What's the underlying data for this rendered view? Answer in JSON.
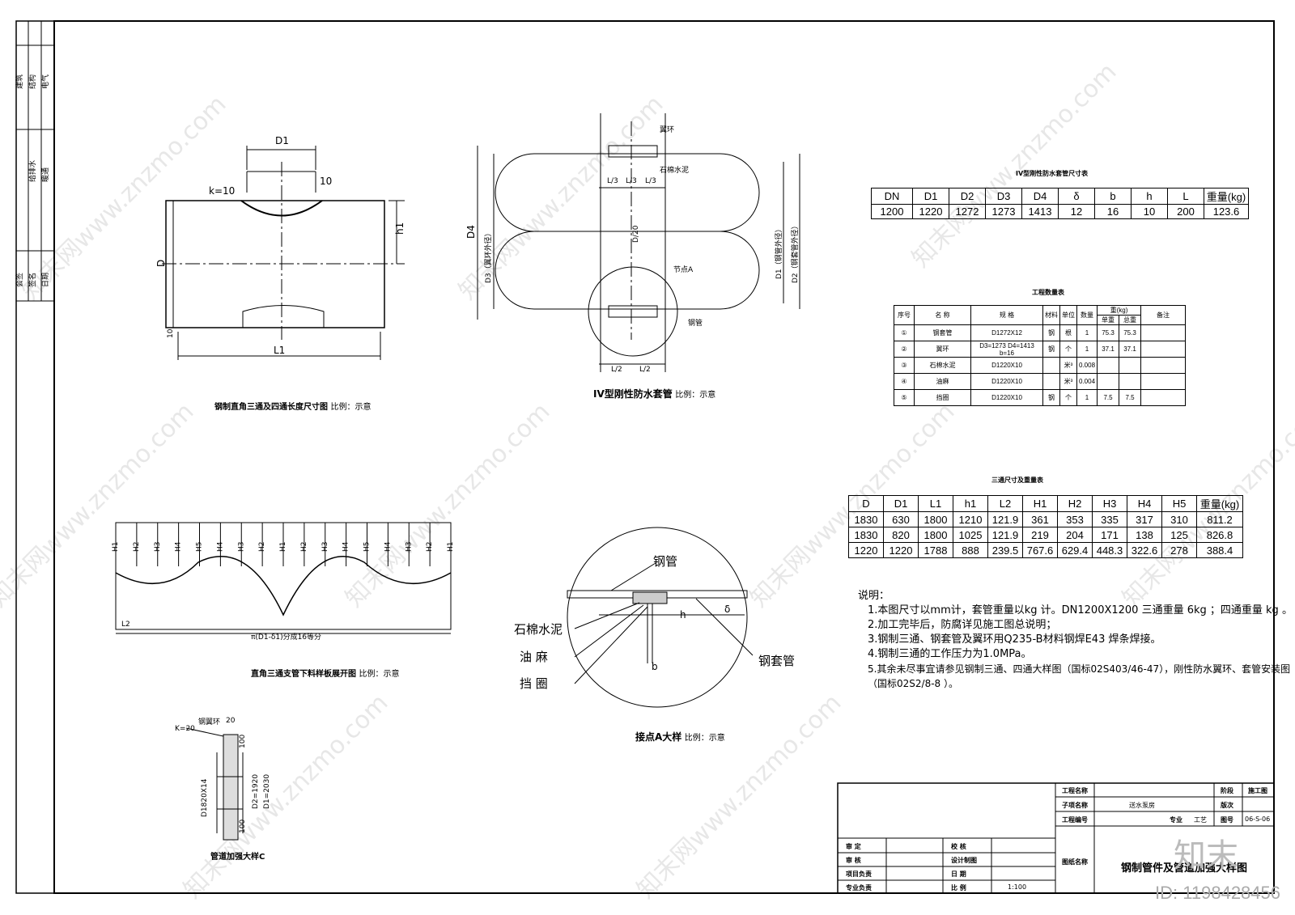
{
  "side_strip": {
    "col1": [
      "建筑",
      "结构",
      "电气",
      "给排水",
      "暖通"
    ],
    "col2": [
      "会签",
      "签名",
      "日期"
    ]
  },
  "tee_drawing": {
    "label_d1": "D1",
    "label_10_top": "10",
    "label_k": "k=10",
    "label_h1": "h1",
    "label_d": "D",
    "label_10_bottom": "10",
    "label_l1": "L1",
    "caption": "钢制直角三通及四通长度尺寸图",
    "scale": "比例：示意"
  },
  "sleeve_drawing": {
    "label_wing": "翼环",
    "label_asbestos": "石棉水泥",
    "label_l3a": "L/3",
    "label_l3b": "L/3",
    "label_l3c": "L/3",
    "label_d4": "D4",
    "label_d3": "D3（翼环外径）",
    "label_center": "D/20",
    "label_node": "节点A",
    "label_pipe": "钢管",
    "label_d1": "D1（钢管外径）",
    "label_d2": "D2（钢套管外径）",
    "label_l2a": "L/2",
    "label_l2b": "L/2",
    "caption": "IV型刚性防水套管",
    "scale": "比例：示意"
  },
  "unfold_drawing": {
    "labels": [
      "H1",
      "H2",
      "H3",
      "H4",
      "H5",
      "H4",
      "H3",
      "H2",
      "H1",
      "H2",
      "H3",
      "H4",
      "H5",
      "H4",
      "H3",
      "H2",
      "H1"
    ],
    "label_l2": "L2",
    "label_div": "π(D1-δ1)分成16等分",
    "caption": "直角三通支管下料样板展开图",
    "scale": "比例：示意"
  },
  "node_detail": {
    "label_pipe": "钢管",
    "label_asbestos": "石棉水泥",
    "label_hemp": "油 麻",
    "label_ring": "挡 圈",
    "label_sleeve": "钢套管",
    "label_h": "h",
    "label_b": "b",
    "label_delta": "δ",
    "caption": "接点A大样",
    "scale": "比例：示意"
  },
  "reinforce_drawing": {
    "label_k": "K=20",
    "label_ring": "钢翼环",
    "label_20": "20",
    "label_100a": "100",
    "label_100b": "100",
    "label_d1": "D1820X14",
    "label_d2": "D2=1920",
    "label_d3": "D1=2030",
    "caption": "管道加强大样C"
  },
  "table_sleeve": {
    "title": "IV型刚性防水套管尺寸表",
    "headers": [
      "DN",
      "D1",
      "D2",
      "D3",
      "D4",
      "δ",
      "b",
      "h",
      "L",
      "重量(kg)"
    ],
    "row": [
      "1200",
      "1220",
      "1272",
      "1273",
      "1413",
      "12",
      "16",
      "10",
      "200",
      "123.6"
    ]
  },
  "table_qty": {
    "title": "工程数量表",
    "headers": [
      "序号",
      "名 称",
      "规 格",
      "材料",
      "单位",
      "数量",
      "重(kg)",
      "",
      "备注"
    ],
    "subheaders": [
      "单重",
      "总重"
    ],
    "rows": [
      [
        "①",
        "钢套管",
        "D1272X12",
        "钢",
        "根",
        "1",
        "75.3",
        "75.3",
        ""
      ],
      [
        "②",
        "翼环",
        "D3=1273 D4=1413 b=16",
        "钢",
        "个",
        "1",
        "37.1",
        "37.1",
        ""
      ],
      [
        "③",
        "石棉水泥",
        "D1220X10",
        "",
        "米³",
        "0.008",
        "",
        "",
        ""
      ],
      [
        "④",
        "油麻",
        "D1220X10",
        "",
        "米³",
        "0.004",
        "",
        "",
        ""
      ],
      [
        "⑤",
        "挡圈",
        "D1220X10",
        "钢",
        "个",
        "1",
        "7.5",
        "7.5",
        ""
      ]
    ]
  },
  "table_tee": {
    "title": "三通尺寸及重量表",
    "headers": [
      "D",
      "D1",
      "L1",
      "h1",
      "L2",
      "H1",
      "H2",
      "H3",
      "H4",
      "H5",
      "重量(kg)"
    ],
    "rows": [
      [
        "1830",
        "630",
        "1800",
        "1210",
        "121.9",
        "361",
        "353",
        "335",
        "317",
        "310",
        "811.2"
      ],
      [
        "1830",
        "820",
        "1800",
        "1025",
        "121.9",
        "219",
        "204",
        "171",
        "138",
        "125",
        "826.8"
      ],
      [
        "1220",
        "1220",
        "1788",
        "888",
        "239.5",
        "767.6",
        "629.4",
        "448.3",
        "322.6",
        "278",
        "388.4"
      ]
    ]
  },
  "notes": {
    "title": "说明：",
    "lines": [
      "1.本图尺寸以mm计，套管重量以kg 计。DN1200X1200 三通重量 6kg ；四通重量 kg 。",
      "2.加工完毕后，防腐详见施工图总说明；",
      "3.钢制三通、钢套管及翼环用Q235-B材料钢焊E43 焊条焊接。",
      "4.钢制三通的工作压力为1.0MPa。",
      "5.其余未尽事宜请参见钢制三通、四通大样图（国标02S403/46-47），刚性防水翼环、套管安装图（国标02S2/8-8 ）。"
    ]
  },
  "title_block": {
    "project_name": "工程名称",
    "sub_project": "子项名称",
    "sub_value": "送水泵房",
    "project_no": "工程编号",
    "major": "专业",
    "major_value": "工艺",
    "stage": "阶段",
    "stage_value": "施工图",
    "version": "版次",
    "drawing_no": "图号",
    "drawing_no_value": "06-S-06",
    "drawing_name": "图纸名称",
    "drawing_title": "钢制管件及管道加强大样图",
    "approve": "审 定",
    "review": "审 核",
    "project_lead": "项目负责",
    "major_lead": "专业负责",
    "check": "校 核",
    "design": "设计制图",
    "date": "日 期",
    "ratio": "比 例",
    "ratio_value": "1:100"
  },
  "watermark": {
    "text": "知末网www.znzmo.com",
    "logo": "知末",
    "id": "ID: 1198428456"
  }
}
